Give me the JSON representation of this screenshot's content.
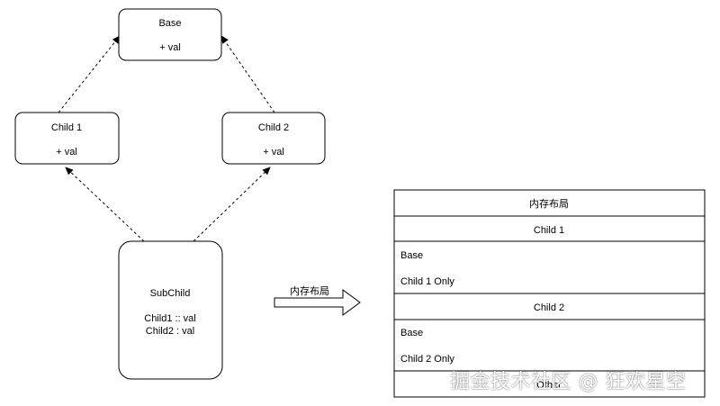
{
  "nodes": {
    "base": {
      "title": "Base",
      "member": "+ val"
    },
    "child1": {
      "title": "Child 1",
      "member": "+ val"
    },
    "child2": {
      "title": "Child 2",
      "member": "+ val"
    },
    "subchild": {
      "title": "SubChild",
      "members": [
        "Child1 :: val",
        "Child2 : val"
      ]
    }
  },
  "arrow_label": "内存布局",
  "memory_layout": {
    "rows": [
      {
        "text": "内存布局",
        "align": "center"
      },
      {
        "text": "Child 1",
        "align": "center"
      },
      {
        "text": "Base",
        "align": "left"
      },
      {
        "text": "Child 1 Only",
        "align": "left"
      },
      {
        "text": "Child 2",
        "align": "center"
      },
      {
        "text": "Base",
        "align": "left"
      },
      {
        "text": "Child 2 Only",
        "align": "left"
      },
      {
        "text": "Other",
        "align": "center"
      }
    ]
  },
  "watermark": "掘金技术社区 @ 狂欢星空"
}
